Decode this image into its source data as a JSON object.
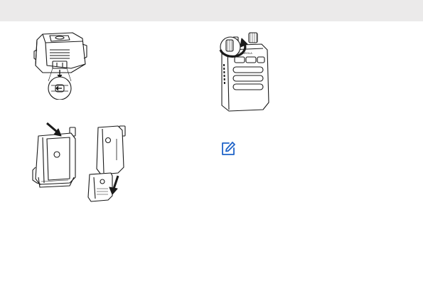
{
  "page": {
    "header_color": "#ebeaea",
    "ink_color": "#1a1a1a",
    "accent_color": "#1f63c8"
  },
  "figures": [
    {
      "name": "battery-cover-latch-illustration"
    },
    {
      "name": "volume-knob-turn-illustration"
    },
    {
      "name": "battery-cover-removal-illustration"
    }
  ],
  "icons": {
    "note": "note-pencil-icon"
  }
}
